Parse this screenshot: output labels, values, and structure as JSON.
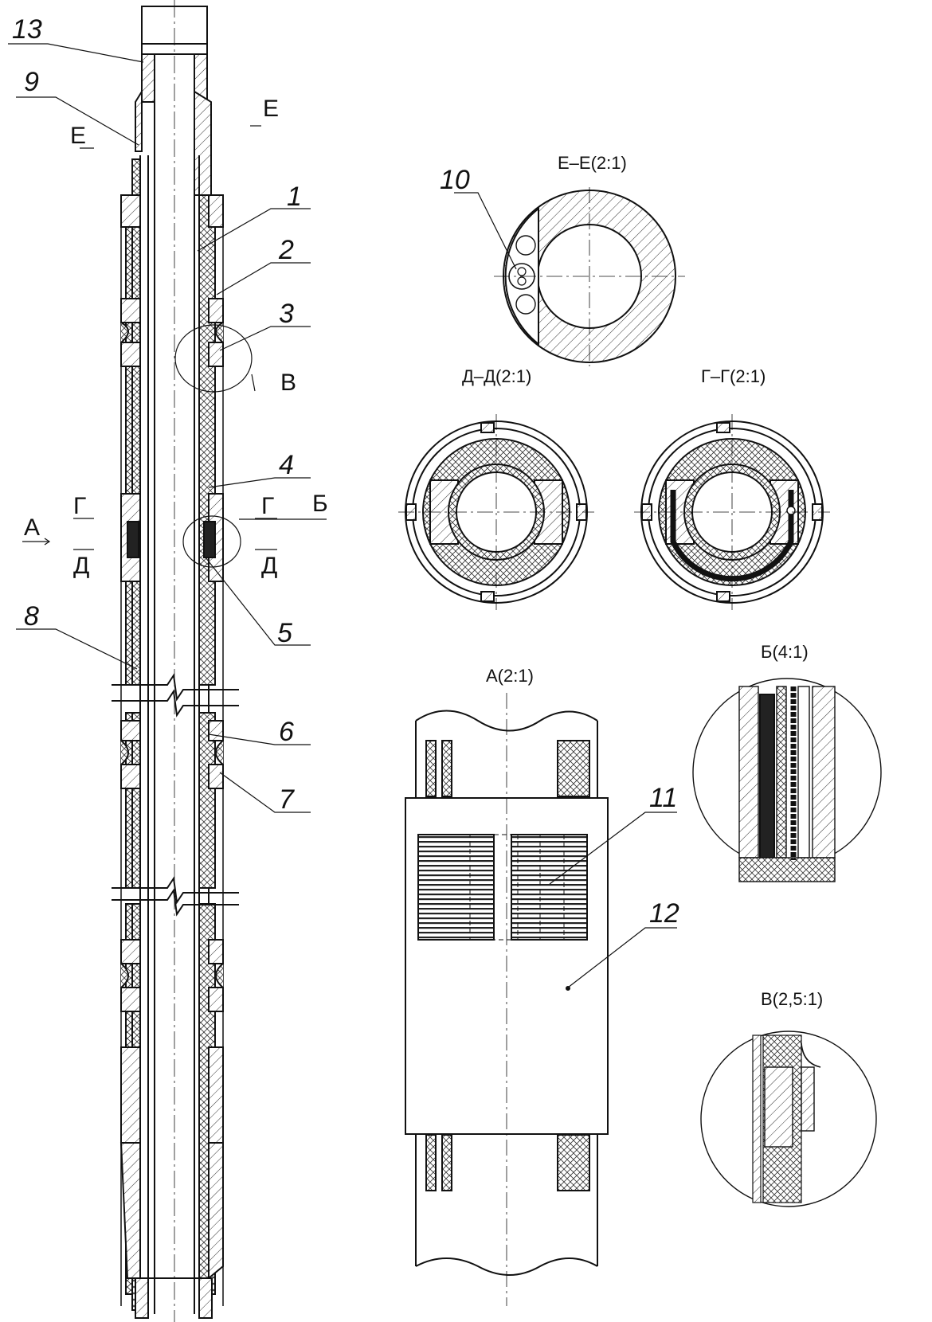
{
  "callouts": {
    "c1": "1",
    "c2": "2",
    "c3": "3",
    "c4": "4",
    "c5": "5",
    "c6": "6",
    "c7": "7",
    "c8": "8",
    "c9": "9",
    "c10": "10",
    "c11": "11",
    "c12": "12",
    "c13": "13"
  },
  "section_marks": {
    "e_left": "Е",
    "e_right": "Е",
    "g_left": "Г",
    "g_right": "Г",
    "d_left": "Д",
    "d_right": "Д",
    "a": "А",
    "b": "Б",
    "v": "В"
  },
  "view_titles": {
    "ee": "Е–Е(2:1)",
    "dd": "Д–Д(2:1)",
    "gg": "Г–Г(2:1)",
    "a": "А(2:1)",
    "b": "Б(4:1)",
    "v": "В(2,5:1)"
  }
}
